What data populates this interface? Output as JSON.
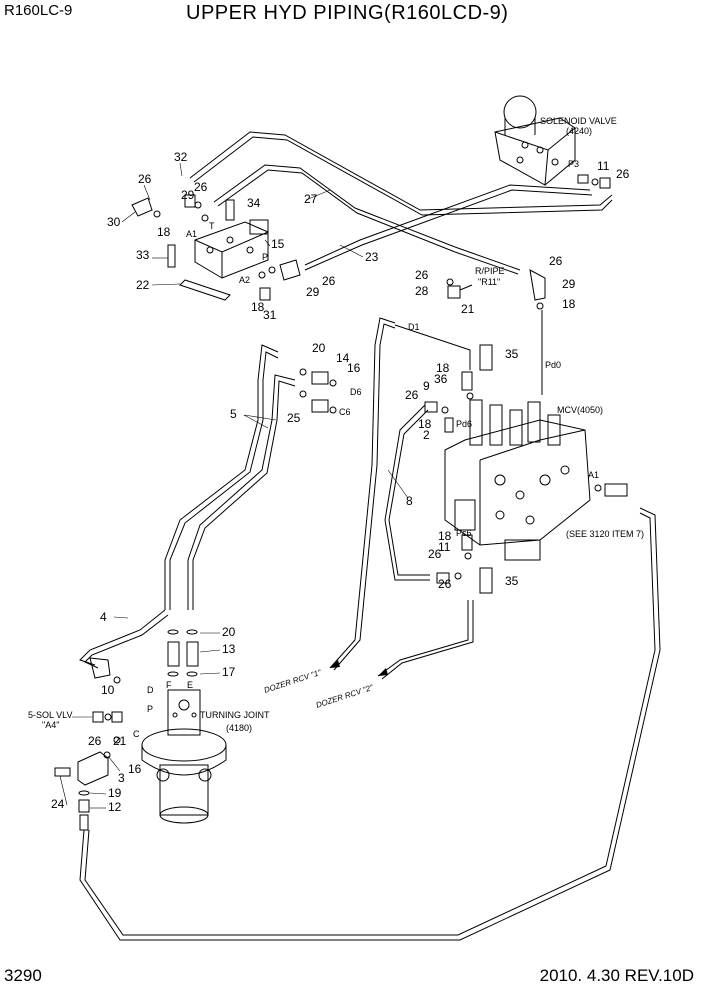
{
  "header": {
    "model": "R160LC-9",
    "title": "UPPER HYD PIPING(R160LCD-9)"
  },
  "footer": {
    "page": "3290",
    "revision": "2010. 4.30  REV.10D"
  },
  "callouts": {
    "solenoid_valve": "SOLENOID VALVE",
    "solenoid_valve_no": "(4240)",
    "p3": "P3",
    "r_pipe": "R/PIPE",
    "r11": "\"R11\"",
    "pd0": "Pd0",
    "mcv": "MCV(4050)",
    "d1": "D1",
    "d6": "D6",
    "c6": "C6",
    "pd6": "Pd6",
    "pc6": "Pc6",
    "a1": "A1",
    "a2": "A2",
    "t": "T",
    "p": "P",
    "see_3120": "(SEE 3120 ITEM 7)",
    "dozer_rcv_1": "DOZER RCV \"1\"",
    "dozer_rcv_2": "DOZER RCV \"2\"",
    "sol_vlv": "5-SOL VLV",
    "a4": "\"A4\"",
    "turning_joint": "TURNING JOINT",
    "turning_joint_no": "(4180)",
    "d": "D",
    "e": "E",
    "f": "F",
    "c": "C"
  },
  "parts": {
    "p2": "2",
    "p3": "3",
    "p4": "4",
    "p5": "5",
    "p8": "8",
    "p9": "9",
    "p10": "10",
    "p11": "11",
    "p12": "12",
    "p13": "13",
    "p14": "14",
    "p15": "15",
    "p16": "16",
    "p17": "17",
    "p18": "18",
    "p19": "19",
    "p20": "20",
    "p21": "21",
    "p22": "22",
    "p23": "23",
    "p24": "24",
    "p25": "25",
    "p26": "26",
    "p27": "27",
    "p28": "28",
    "p29": "29",
    "p30": "30",
    "p31": "31",
    "p32": "32",
    "p33": "33",
    "p34": "34",
    "p35": "35",
    "p36": "36"
  }
}
